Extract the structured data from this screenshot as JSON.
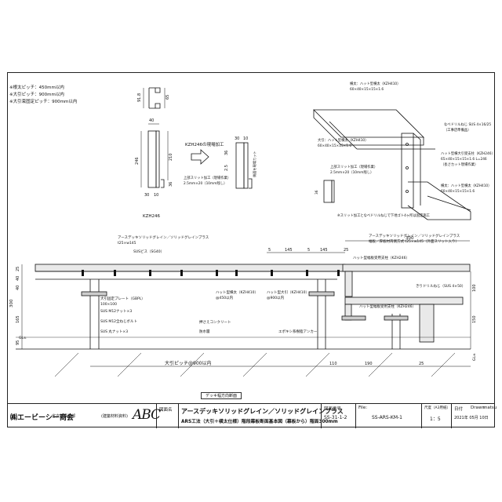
{
  "notes": [
    "※根太ピッチ：450mm以内",
    "※大引ピッチ：900mm以内",
    "※大引束固定ピッチ：900mm以内"
  ],
  "profile": {
    "dim_top_left": "91.8",
    "dim_top_right": "65",
    "dim_40": "40",
    "dim_246": "246",
    "dim_210": "210",
    "dim_36": "36",
    "dim_30": "30",
    "dim_10": "10",
    "dim_25": "2.5",
    "dim_36b": "36",
    "label_cut": "KZH246の現場加工",
    "label_upper_slit": "上部スリット加工（現場作業）",
    "label_slit_size": "2.5mm×20（10mm残し）",
    "label_cut_part": "側面を現場カット",
    "label_part": "KZH246"
  },
  "iso": {
    "callout_1": "横太：ハット型横太（KZH410）",
    "callout_1b": "60×40×15×15×1.6",
    "callout_2": "大引：ハット型横太（KZH410）",
    "callout_2b": "60×40×15×15×1.6",
    "callout_3": "なべドリルねじ SUS 4×16/25",
    "callout_3b": "（工事店準備品）",
    "callout_4": "上部スリット加工（現場作業）",
    "callout_4b": "2.5mm×20（10mm残し）",
    "callout_5": "ハット型横大引受支柱（KZH246）",
    "callout_5b": "65×40×15×15×1.6 L=246",
    "callout_5c": "（長さカット現場作業）",
    "callout_6": "横太：ハット型横太（KZH410）",
    "callout_6b": "60×40×15×15×1.6",
    "dim_sample": "36",
    "note_bottom": "※スリット加工となべドリルねじで下地ゴト4ヶ所は固定施工"
  },
  "section": {
    "label_deck": "アースデッキソリッドグレイン／ソリッドグレインプラス",
    "label_deck_sub": "t25×w145",
    "label_screw": "SUSビス（SG40）",
    "label_deck2": "アースデッキソリッドグレイン／ソリッドグレインプラス",
    "label_deck2_sub": "幅板／厚板材両側方式 t25×w145（外面スリット入り）",
    "label_hat_support": "ハット型幅板受用支柱（KZH246）",
    "label_hat_joist": "ハット型横太（KZH410）",
    "label_hat_joist2": "@450以内",
    "label_hat_beam": "ハット型大引（KZH410）",
    "label_hat_beam2": "@900以内",
    "label_adjust_plate": "大引固定プレート（GBPL）",
    "label_adjust_plate2": "100×100",
    "label_bolt_nut": "SUS M12ナット×3",
    "label_bolt": "SUS M12全ねじボルト",
    "label_base": "SUS 丸ナット×3",
    "label_concrete": "押さえコンクリート",
    "label_waterproof": "防水層",
    "label_anchor": "エポキシ系樹脂アンカー",
    "label_drill_screw": "きりドリルねじ（SUS 4×50）",
    "label_hat_support2": "ハット型幅板受用支柱（KZH246）",
    "label_glx": "GL±",
    "label_pitch": "大引ピッチ@900以内",
    "dims_top": [
      "5",
      "145",
      "5",
      "145",
      "25"
    ],
    "dim_300": "300",
    "dim_25": "25",
    "dim_40": "40",
    "dim_40b": "40",
    "dim_300v": "300",
    "dim_165": "165",
    "dim_95": "95",
    "dim_110": "110",
    "dim_190": "190",
    "dim_25b": "25",
    "dim_150": "150",
    "dim_100": "100",
    "dim_glmark": "GL±",
    "scale_note": "デッキ幅方向断面"
  },
  "titleblock": {
    "company": "㈱エービーシー商会",
    "company_sub": "省次材事業部",
    "assoc": "(建築材料資料)",
    "logo": "ABC",
    "name_label": "図面名",
    "product": "アースデッキソリッドグレイン／ソリッドグレインプラス",
    "subtitle": "ARS工法（大引＋横太仕様）階段幕板断面基本図（幕板から）階面300mm",
    "drawing_no_label": "図面番号",
    "drawing_no": "SS-31-1-2",
    "file_label": "File:",
    "file": "SS-ARS-KM-1",
    "scale_label": "尺度（A3用紙）",
    "scale": "1：5",
    "date_label": "日付",
    "date": "2021年 05月 10日",
    "drawn_label": "Drawn",
    "drawn": "matsu"
  }
}
